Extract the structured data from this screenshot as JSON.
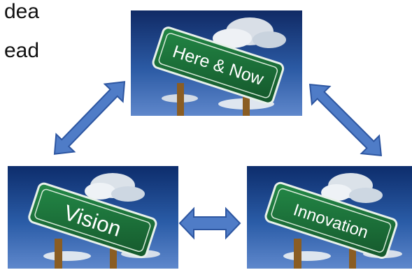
{
  "diagram": {
    "side_text": [
      {
        "label": "dea"
      },
      {
        "label": "ead"
      }
    ],
    "cards": [
      {
        "id": "here-now",
        "label": "Here & Now"
      },
      {
        "id": "vision",
        "label": "Vision"
      },
      {
        "id": "innovation",
        "label": "Innovation"
      }
    ],
    "connectors": [
      {
        "from": "here-now",
        "to": "vision",
        "type": "double-headed arrow"
      },
      {
        "from": "here-now",
        "to": "innovation",
        "type": "double-headed arrow"
      },
      {
        "from": "vision",
        "to": "innovation",
        "type": "double-headed arrow"
      }
    ],
    "colors": {
      "arrow_fill": "#4f7cc7",
      "arrow_stroke": "#2d56a1",
      "sign_green": "#1f7a3f",
      "sign_text": "#ffffff",
      "sky_dark": "#0b2f6f",
      "sky_mid": "#2c5da9"
    }
  }
}
